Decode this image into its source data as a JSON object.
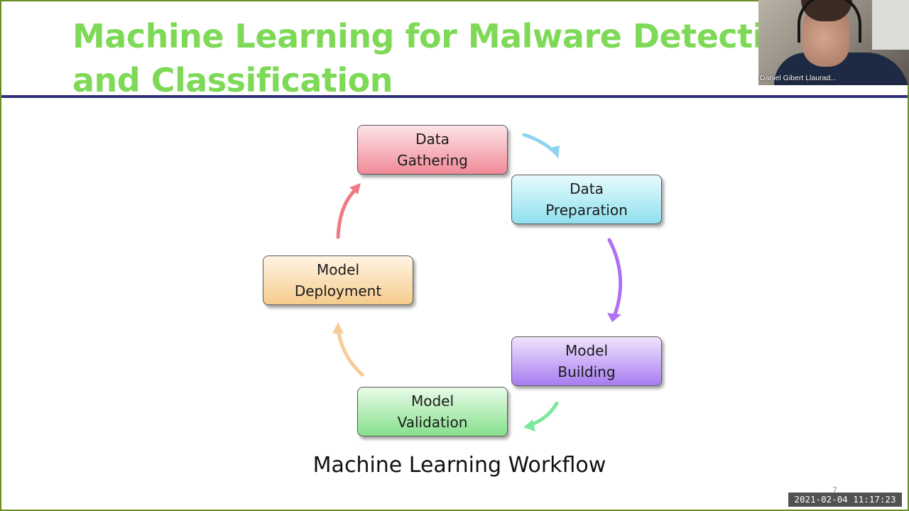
{
  "slide": {
    "title_line1": "Machine Learning for Malware Detection",
    "title_line2": "and Classification",
    "caption": "Machine Learning Workflow",
    "page_number": "7"
  },
  "workflow": {
    "nodes": [
      {
        "id": "gather",
        "line1": "Data",
        "line2": "Gathering"
      },
      {
        "id": "prep",
        "line1": "Data",
        "line2": "Preparation"
      },
      {
        "id": "build",
        "line1": "Model",
        "line2": "Building"
      },
      {
        "id": "valid",
        "line1": "Model",
        "line2": "Validation"
      },
      {
        "id": "deploy",
        "line1": "Model",
        "line2": "Deployment"
      }
    ],
    "arrow_colors": [
      "#8fd3f0",
      "#b070f0",
      "#7de8a0",
      "#f8cc98",
      "#f07a84"
    ]
  },
  "video": {
    "participant_name": "Daniel Gibert Llaurad..."
  },
  "recording": {
    "timestamp": "2021-02-04 11:17:23"
  }
}
